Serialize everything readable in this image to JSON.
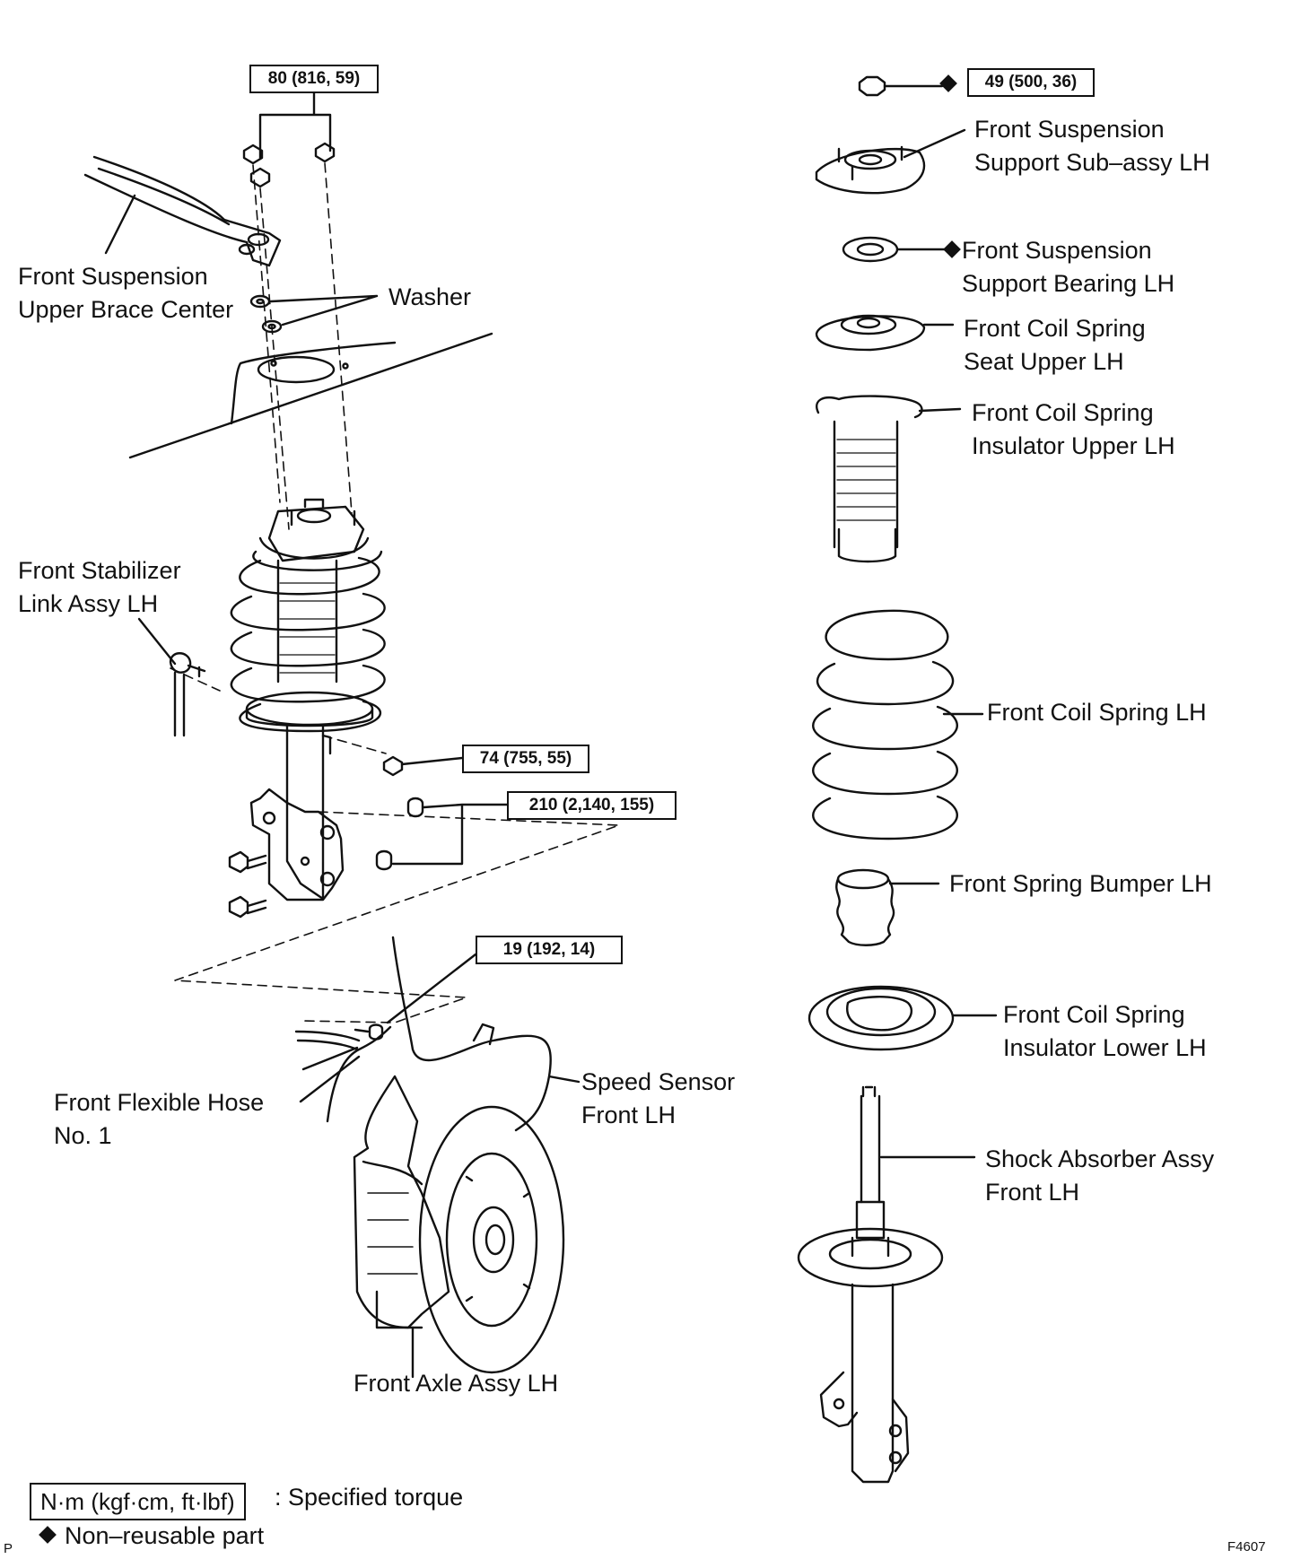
{
  "labels": {
    "upper_brace": [
      "Front Suspension",
      "Upper Brace Center"
    ],
    "washer": "Washer",
    "stabilizer": [
      "Front Stabilizer",
      "Link Assy LH"
    ],
    "flex_hose": [
      "Front Flexible Hose",
      "No. 1"
    ],
    "speed_sensor": [
      "Speed Sensor",
      "Front LH"
    ],
    "axle": "Front Axle Assy LH",
    "support_subassy": [
      "Front Suspension",
      "Support Sub–assy LH"
    ],
    "support_bearing": [
      "Front Suspension",
      "Support Bearing LH"
    ],
    "spring_seat_upper": [
      "Front Coil Spring",
      "Seat Upper LH"
    ],
    "insulator_upper": [
      "Front Coil Spring",
      "Insulator Upper LH"
    ],
    "coil_spring": "Front Coil Spring LH",
    "spring_bumper": "Front Spring Bumper LH",
    "insulator_lower": [
      "Front Coil Spring",
      "Insulator Lower LH"
    ],
    "shock": [
      "Shock Absorber Assy",
      "Front LH"
    ]
  },
  "torques": {
    "upper_nuts": "80 (816, 59)",
    "top_nut": "49 (500, 36)",
    "stab_nut": "74 (755, 55)",
    "knuckle_bolts": "210 (2,140, 155)",
    "hose_bolt": "19 (192, 14)"
  },
  "legend": {
    "unit": "N·m (kgf·cm, ft·lbf)",
    "torque_note": ": Specified torque",
    "nonreusable": "Non–reusable part"
  },
  "figure_id": "F4607",
  "corner_mark": "P",
  "colors": {
    "ink": "#111111",
    "paper": "#ffffff"
  }
}
